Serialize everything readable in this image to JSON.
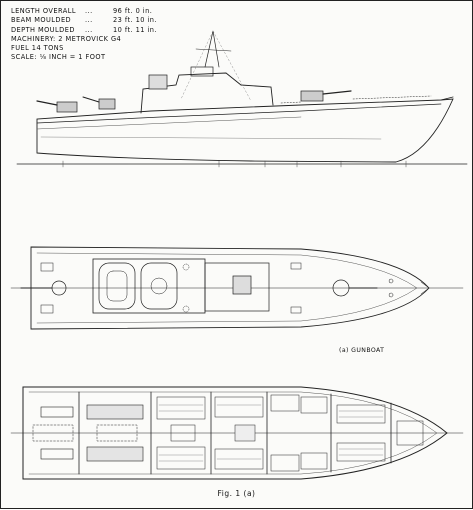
{
  "specs": {
    "length_label": "LENGTH OVERALL",
    "length_value": "96 ft.  0 in.",
    "beam_label": "BEAM MOULDED",
    "beam_value": "23 ft. 10 in.",
    "depth_label": "DEPTH MOULDED",
    "depth_value": "10 ft. 11 in.",
    "dots": "...",
    "machinery": "MACHINERY: 2 METROVICK G4",
    "fuel": "FUEL 14 TONS",
    "scale": "SCALE: ⅛ INCH = 1 FOOT"
  },
  "plan_label": "(a) GUNBOAT",
  "caption": "Fig. 1 (a)"
}
